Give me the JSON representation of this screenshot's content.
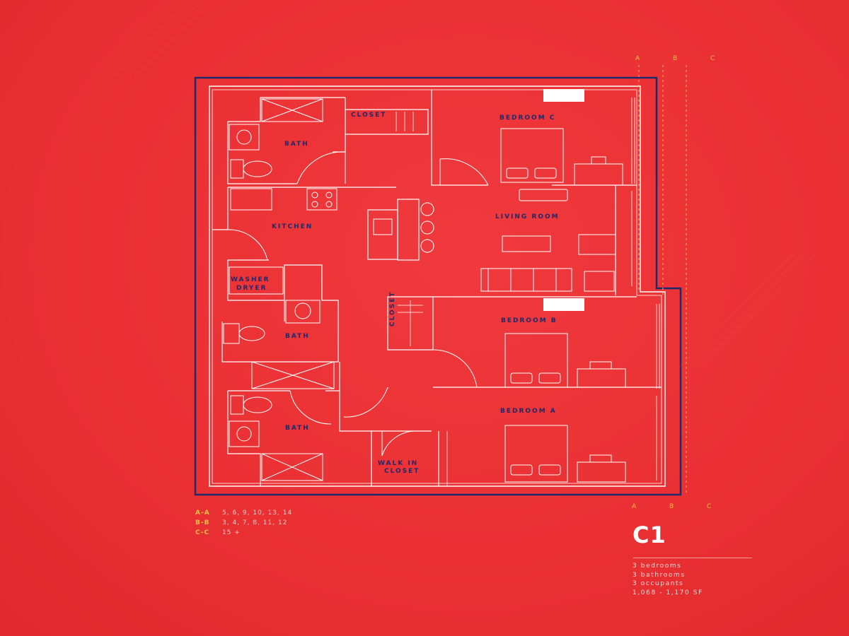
{
  "rooms": {
    "bedroom_c": "BEDROOM C",
    "closet_top": "CLOSET",
    "bath_1": "BATH",
    "kitchen": "KITCHEN",
    "living_room": "LIVING ROOM",
    "washer_dryer_1": "WASHER",
    "washer_dryer_2": "DRYER",
    "bath_2": "BATH",
    "closet_mid": "CLOSET",
    "bedroom_b": "BEDROOM B",
    "bath_3": "BATH",
    "bedroom_a": "BEDROOM A",
    "walk_in_1": "WALK IN",
    "walk_in_2": "CLOSET"
  },
  "dimension_marks": {
    "top": "A B C",
    "bottom": "A B C"
  },
  "legend": [
    {
      "key": "A-A",
      "value": "5, 6, 9, 10, 13, 14"
    },
    {
      "key": "B-B",
      "value": "3, 4, 7, 8, 11, 12"
    },
    {
      "key": "C-C",
      "value": "15 +"
    }
  ],
  "unit": {
    "name": "C1",
    "specs": [
      "3 bedrooms",
      "3 bathrooms",
      "3 occupants",
      "1,068 - 1,170 SF"
    ]
  },
  "colors": {
    "background": "#ea3033",
    "outline": "#1f2a6b",
    "lines": "#ffffff",
    "accent": "#f2c040"
  }
}
